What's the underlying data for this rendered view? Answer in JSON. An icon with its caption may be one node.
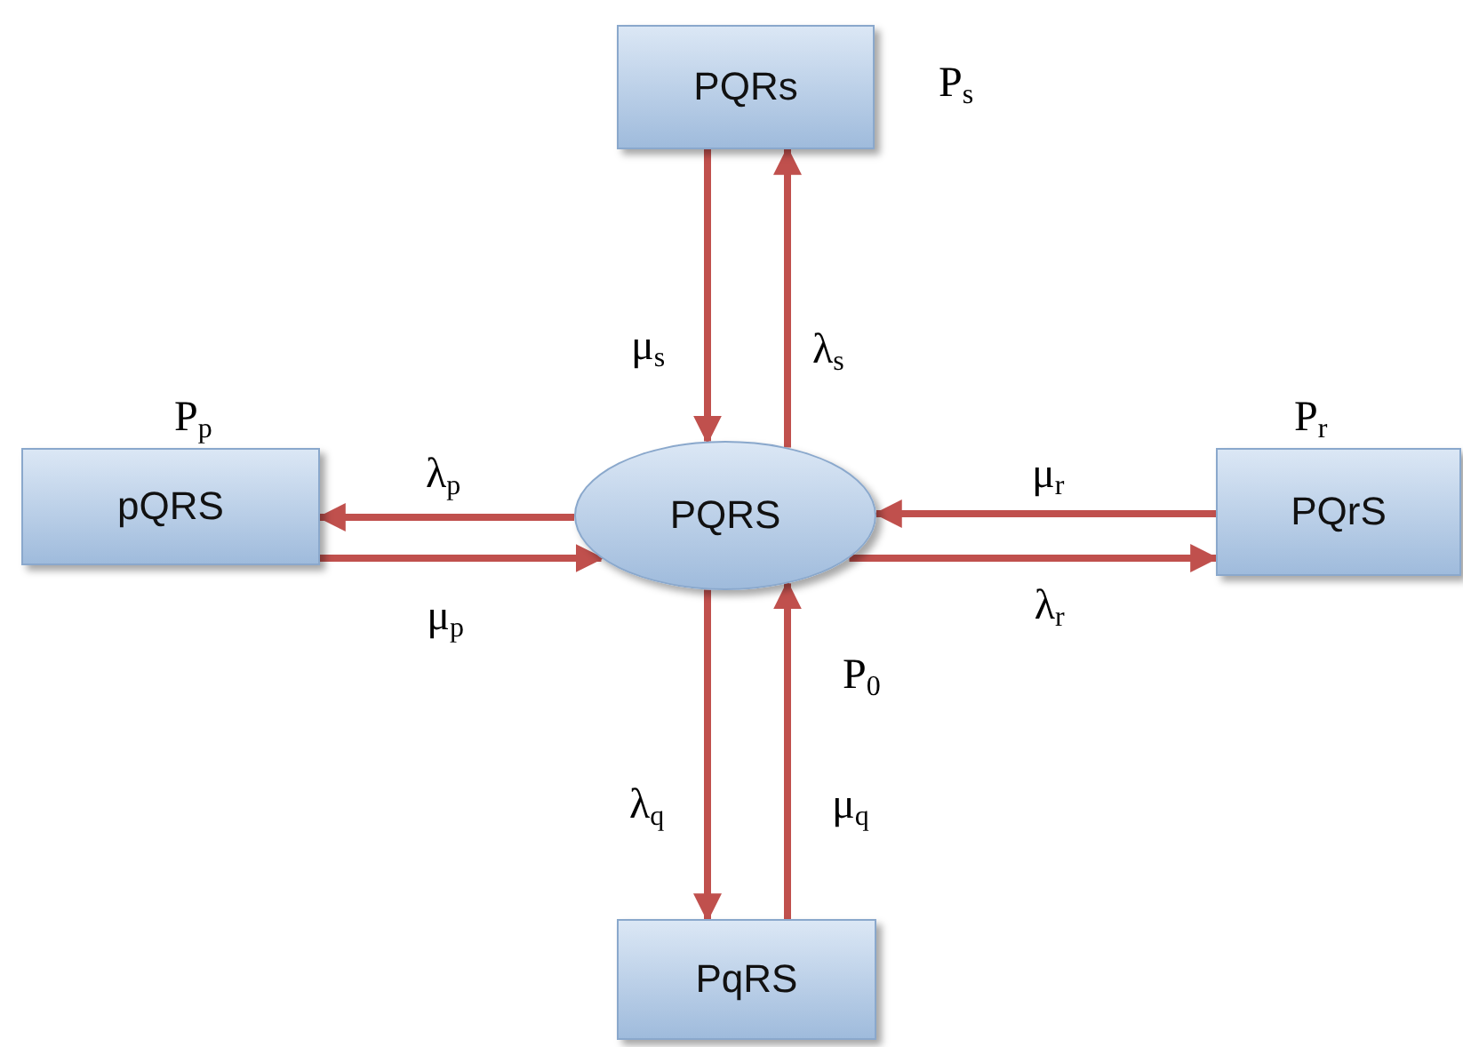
{
  "diagram": {
    "nodes": [
      {
        "text": [
          "PQRs"
        ],
        "beside": [
          "P$_{s}$"
        ]
      },
      {
        "text": [
          "pQRS"
        ],
        "beside": [
          "P$_{p}$"
        ]
      },
      {
        "text": [
          "PQRS"
        ],
        "beside": [
          "P$_{0}$"
        ]
      },
      {
        "text": [
          "PQrS"
        ],
        "beside": [
          "P$_{r}$"
        ]
      },
      {
        "text": [
          "PqRS"
        ]
      }
    ],
    "edges": [
      {
        "from": 0,
        "to": 2,
        "arrow": "to",
        "label": "μ$_{s}$"
      },
      {
        "from": 2,
        "to": 0,
        "arrow": "to",
        "label": "λ$_{s}$"
      },
      {
        "from": 2,
        "to": 1,
        "arrow": "to",
        "label": "λ$_{p}$"
      },
      {
        "from": 1,
        "to": 2,
        "arrow": "to",
        "label": "μ$_{p}$"
      },
      {
        "from": 3,
        "to": 2,
        "arrow": "to",
        "label": "μ$_{r}$"
      },
      {
        "from": 2,
        "to": 3,
        "arrow": "to",
        "label": "λ$_{r}$"
      },
      {
        "from": 2,
        "to": 4,
        "arrow": "to",
        "label": "λ$_{q}$"
      },
      {
        "from": 4,
        "to": 2,
        "arrow": "to",
        "label": "μ$_{q}$"
      }
    ]
  }
}
